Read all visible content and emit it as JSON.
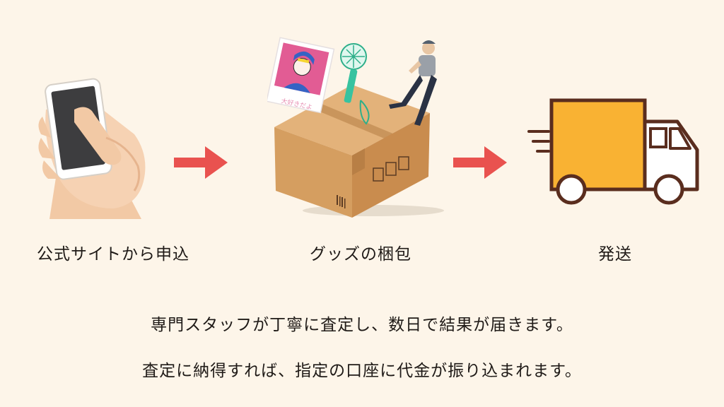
{
  "steps": [
    {
      "label": "公式サイトから申込",
      "icon": "smartphone-hand-icon"
    },
    {
      "label": "グッズの梱包",
      "icon": "cardboard-box-icon"
    },
    {
      "label": "発送",
      "icon": "delivery-truck-icon"
    }
  ],
  "arrows": [
    "arrow-right-icon",
    "arrow-right-icon"
  ],
  "description": {
    "line1": "専門スタッフが丁寧に査定し、数日で結果が届きます。",
    "line2": "査定に納得すれば、指定の口座に代金が振り込まれます。"
  },
  "polaroid_caption": "大好きだよ",
  "colors": {
    "background": "#fdf5e9",
    "arrow": "#e9524f",
    "truck_body": "#f9b233",
    "truck_outline": "#5a2d1e",
    "box": "#d9a66c"
  }
}
